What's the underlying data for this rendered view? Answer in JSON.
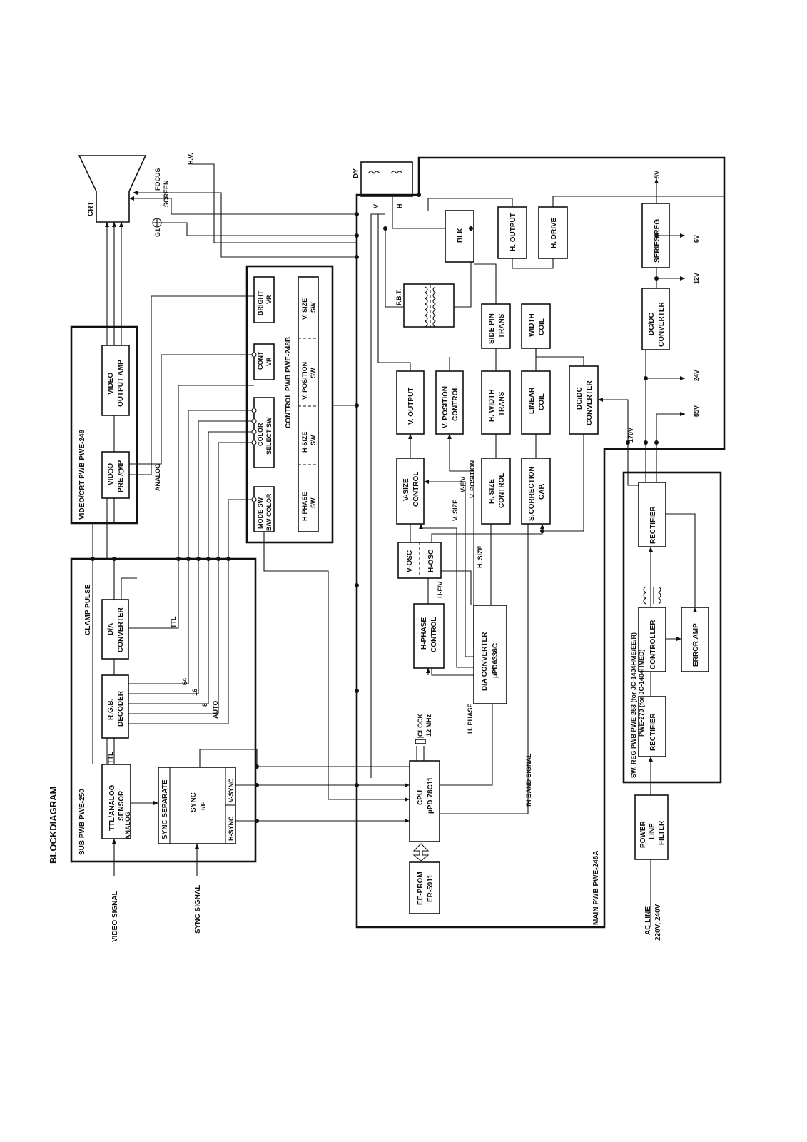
{
  "title": "BLOCKDIAGRAM",
  "boards": {
    "sub": "SUB PWB   PWE-250",
    "video_crt": "VIDEO/CRT PWB   PWE-249",
    "control": "CONTROL PWB   PWE-248B",
    "main": "MAIN PWB   PWE-248A",
    "sw_reg_1": "SW. REG PWB   PWE-253 (for JC-1404HME/EE/R)",
    "sw_reg_2": "PWE-270 (for JC-1404HMED)"
  },
  "inputs": {
    "video_signal": "VIDEO SIGNAL",
    "sync_signal": "SYNC SIGNAL",
    "ac_line_1": "AC LINE",
    "ac_line_2": "220V, 240V"
  },
  "blocks": {
    "ttl_analog_1": "TTL/ANALOG",
    "ttl_analog_2": "SENSOR",
    "sync_separate": "SYNC SEPARATE",
    "sync_if_1": "SYNC",
    "sync_if_2": "I/F",
    "h_sync": "H-SYNC",
    "v_sync": "V-SYNC",
    "rgb_1": "R.G.B.",
    "rgb_2": "DECODER",
    "da_1": "D/A",
    "da_2": "CONVERTER",
    "video_pre_1": "VIDEO",
    "video_pre_2": "PRE AMP",
    "video_out_1": "VIDEO",
    "video_out_2": "OUTPUT AMP",
    "mode_sw_1": "MODE SW",
    "mode_sw_2": "B/W COLOR",
    "color_sel_1": "COLOR",
    "color_sel_2": "SELECT SW",
    "cont_vr_1": "CONT",
    "cont_vr_2": "VR",
    "bright_vr_1": "BRIGHT",
    "bright_vr_2": "VR",
    "h_phase_sw_1": "H-PHASE",
    "h_phase_sw_2": "SW",
    "h_size_sw_1": "H-SIZE",
    "h_size_sw_2": "SW",
    "v_pos_sw_1": "V. POSITION",
    "v_pos_sw_2": "SW",
    "v_size_sw_1": "V. SIZE",
    "v_size_sw_2": "SW",
    "eeprom_1": "EE-PROM",
    "eeprom_2": "ER-5911",
    "cpu_1": "CPU",
    "cpu_2": "µPD 78C11",
    "clock_1": "CLOCK",
    "clock_2": "12 MHz",
    "h_phase_ctrl_1": "H-PHASE",
    "h_phase_ctrl_2": "CONTROL",
    "da_conv_1": "D/A CONVERTER",
    "da_conv_2": "µPD6336C",
    "v_osc": "V-OSC",
    "h_osc": "H-OSC",
    "v_size_ctrl_1": "V-SIZE",
    "v_size_ctrl_2": "CONTROL",
    "v_output": "V. OUTPUT",
    "v_pos_ctrl_1": "V. POSITION",
    "v_pos_ctrl_2": "CONTROL",
    "h_size_ctrl_1": "H. SIZE",
    "h_size_ctrl_2": "CONTROL",
    "h_width_1": "H. WIDTH",
    "h_width_2": "TRANS",
    "side_pin_1": "SIDE PIN",
    "side_pin_2": "TRANS",
    "s_corr_1": "S.CORRECTION",
    "s_corr_2": "CAP.",
    "linear_1": "LINEAR",
    "linear_2": "COIL",
    "width_1": "WIDTH",
    "width_2": "COIL",
    "dcdc_main_1": "DC/DC",
    "dcdc_main_2": "CONVERTER",
    "blk": "BLK",
    "h_output": "H. OUTPUT",
    "h_drive": "H. DRIVE",
    "fbt": "F.B.T.",
    "dy": "DY",
    "crt": "CRT",
    "power_filter_1": "POWER",
    "power_filter_2": "LINE",
    "power_filter_3": "FILTER",
    "rect_in": "RECTIFIER",
    "controller": "CONTROLLER",
    "error_amp": "ERROR AMP",
    "rect_out": "RECTIFIER",
    "dcdc_reg_1": "DC/DC",
    "dcdc_reg_2": "CONVERTER",
    "series_reg": "SERIES REG."
  },
  "signals": {
    "ttl": "TTL",
    "analog_sub": "ANALOG",
    "analog_video": "ANALOG",
    "clamp_pulse": "CLAMP PULSE",
    "ttl_da": "TTL",
    "n64": "64",
    "n16": "16",
    "n8": "8",
    "auto": "AUTO",
    "h_phase": "H. PHASE",
    "h_fv_1": "H-F/V",
    "h_size": "H. SIZE",
    "v_size": "V. SIZE",
    "v_fv": "V-F/V",
    "v_position": "V. POSITION",
    "fh_band": "fH BAND SIGNAL",
    "v": "V",
    "h": "H",
    "hv": "H.V.",
    "focus": "FOCUS",
    "screen": "SCREEN",
    "g1": "G1"
  },
  "voltages": {
    "v170": "170V",
    "v85": "85V",
    "v24": "24V",
    "v12": "12V",
    "v6": "6V",
    "v5": "5V"
  }
}
